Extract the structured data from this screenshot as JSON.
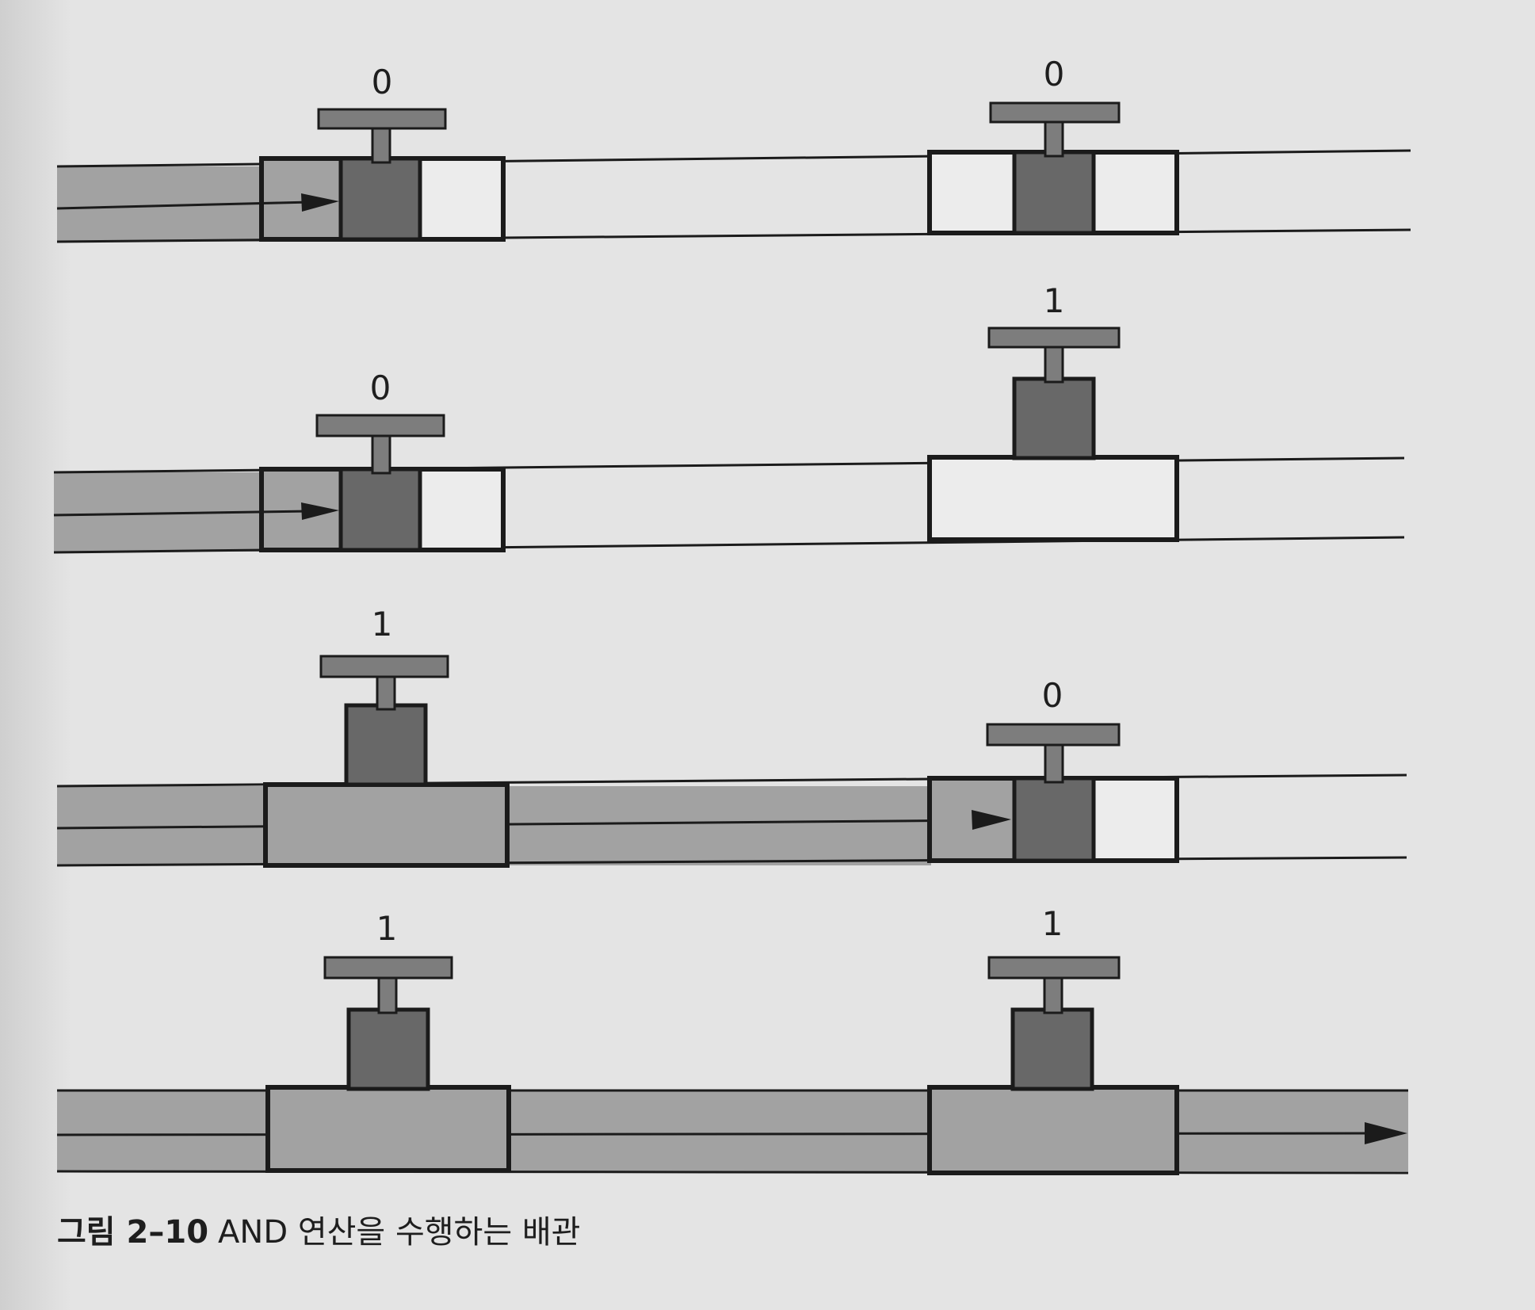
{
  "caption": {
    "figure_number": "그림 2–10",
    "title": "AND 연산을 수행하는 배관"
  },
  "rows": [
    {
      "valve_a": "0",
      "valve_b": "0",
      "valve_a_open": false,
      "valve_b_open": false
    },
    {
      "valve_a": "0",
      "valve_b": "1",
      "valve_a_open": false,
      "valve_b_open": true
    },
    {
      "valve_a": "1",
      "valve_b": "0",
      "valve_a_open": true,
      "valve_b_open": false
    },
    {
      "valve_a": "1",
      "valve_b": "1",
      "valve_a_open": true,
      "valve_b_open": true
    }
  ],
  "colors": {
    "water": "#a2a2a2",
    "valve": "#7d7d7d",
    "valve_gate": "#686868",
    "outline": "#1b1b1b",
    "pipe_interior": "#ececec"
  }
}
